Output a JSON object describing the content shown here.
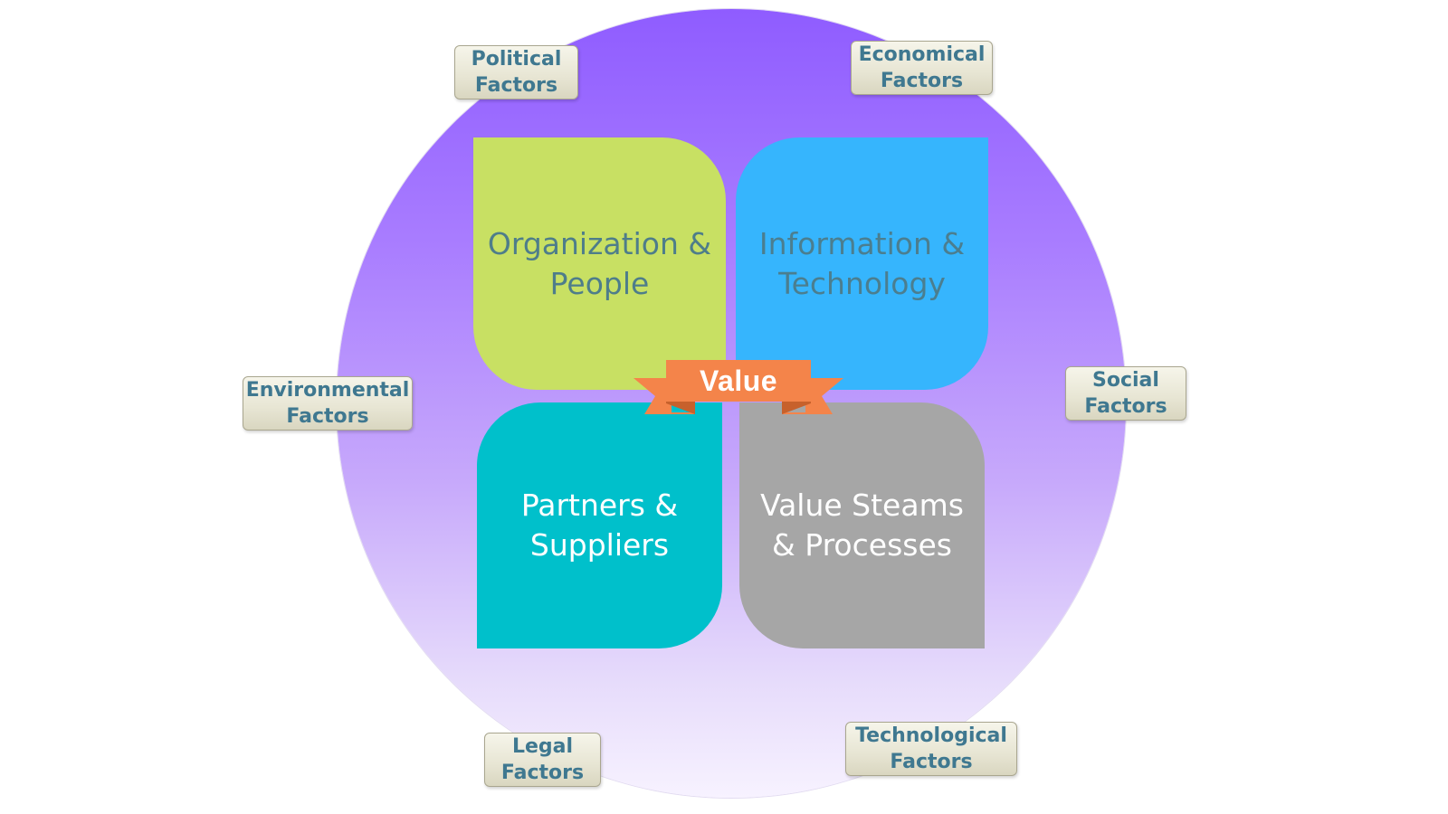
{
  "colors": {
    "circle_top": "#8f5cff",
    "circle_bottom": "#f7f2ff",
    "factor_text": "#3f7890",
    "ribbon_front": "#f4844a",
    "ribbon_back": "#c7612c"
  },
  "dimensions": [
    {
      "id": "op",
      "label": "Organization &\nPeople",
      "bg": "#c8e063",
      "fg": "#4e7d8a"
    },
    {
      "id": "it",
      "label": "Information &\nTechnology",
      "bg": "#36b5fd",
      "fg": "#4b7e8f"
    },
    {
      "id": "ps",
      "label": "Partners &\nSuppliers",
      "bg": "#00c0cb",
      "fg": "#ffffff"
    },
    {
      "id": "vs",
      "label": "Value Steams\n& Processes",
      "bg": "#a6a6a6",
      "fg": "#ffffff"
    }
  ],
  "center": {
    "label": "Value"
  },
  "factors": {
    "political": "Political\nFactors",
    "economical": "Economical\nFactors",
    "environmental": "Environmental\nFactors",
    "social": "Social\nFactors",
    "legal": "Legal\nFactors",
    "technological": "Technological\nFactors"
  }
}
